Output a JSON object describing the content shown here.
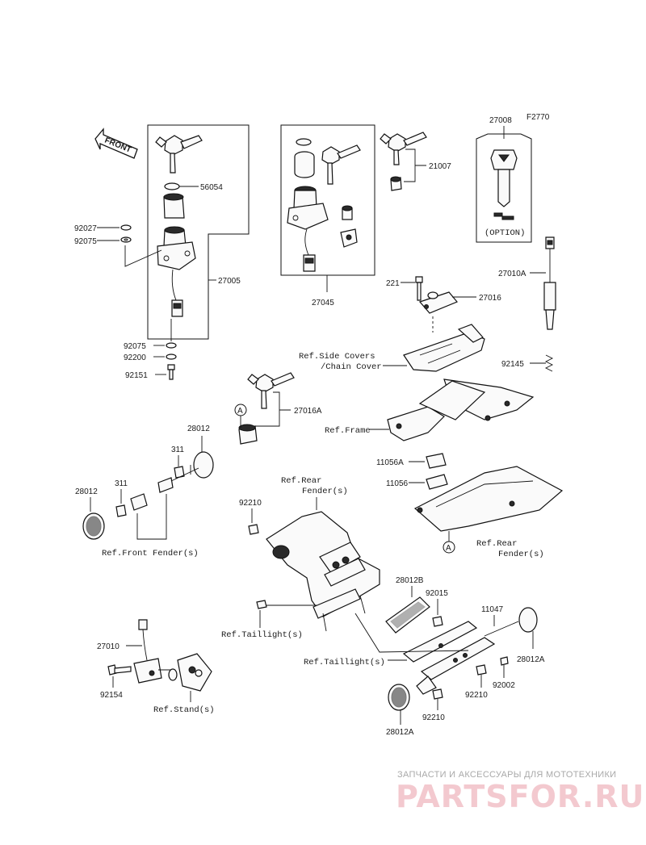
{
  "figure_code": "F2770",
  "front_arrow": "FRONT",
  "option_label": "(OPTION)",
  "part_labels": {
    "p56054": "56054",
    "p92027": "92027",
    "p92075_top": "92075",
    "p27005": "27005",
    "p92075_bottom": "92075",
    "p92200": "92200",
    "p92151": "92151",
    "p27045": "27045",
    "p21007": "21007",
    "p27008": "27008",
    "p27010A": "27010A",
    "p221": "221",
    "p27016": "27016",
    "p92145": "92145",
    "p27016A": "27016A",
    "p28012_top": "28012",
    "p311_top": "311",
    "p311_left": "311",
    "p28012_left": "28012",
    "p11056A": "11056A",
    "p11056": "11056",
    "p92210_top": "92210",
    "p28012B": "28012B",
    "p92015": "92015",
    "p11047": "11047",
    "p28012A_right": "28012A",
    "p92002": "92002",
    "p92210_right": "92210",
    "p92210_bottom": "92210",
    "p28012A_bottom": "28012A",
    "p27010": "27010",
    "p92154": "92154"
  },
  "ref_labels": {
    "side_covers_1": "Ref.Side Covers",
    "side_covers_2": "/Chain Cover",
    "frame": "Ref.Frame",
    "rear_fender_top_1": "Ref.Rear",
    "rear_fender_top_2": "Fender(s)",
    "rear_fender_right_1": "Ref.Rear",
    "rear_fender_right_2": "Fender(s)",
    "front_fender": "Ref.Front Fender(s)",
    "taillight_1": "Ref.Taillight(s)",
    "taillight_2": "Ref.Taillight(s)",
    "stand": "Ref.Stand(s)"
  },
  "callouts": {
    "a_left": "A",
    "a_right": "A"
  },
  "watermark": {
    "top_line": "ЗАПЧАСТИ И АКСЕССУАРЫ ДЛЯ МОТОТЕХНИКИ",
    "brand": "PARTSFOR.RU"
  }
}
